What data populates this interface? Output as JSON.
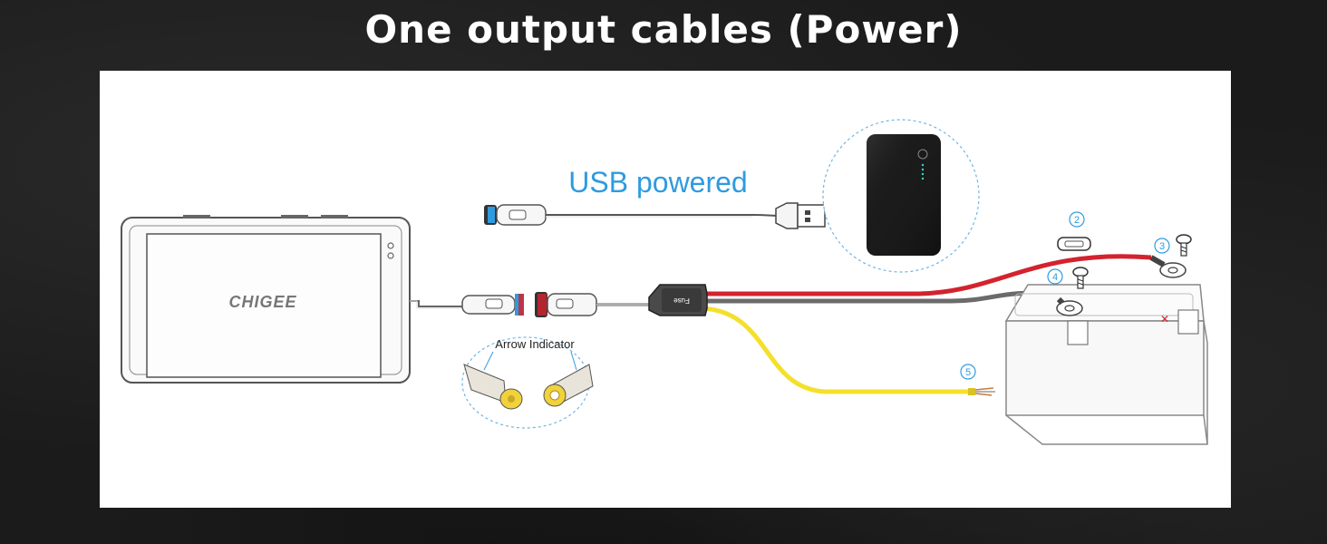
{
  "title": "One output cables (Power)",
  "usb_label": "USB powered",
  "arrow_indicator_label": "Arrow Indicator",
  "device_brand": "CHIGEE",
  "fuse_label": "Fuse",
  "callouts": [
    "2",
    "3",
    "4",
    "5"
  ],
  "colors": {
    "usb_label": "#2e9be0",
    "callout": "#2e9be0",
    "red_wire": "#d3232e",
    "gray_wire": "#6b6b6b",
    "yellow_wire": "#f4e02c",
    "background": "#1b1b1b"
  }
}
